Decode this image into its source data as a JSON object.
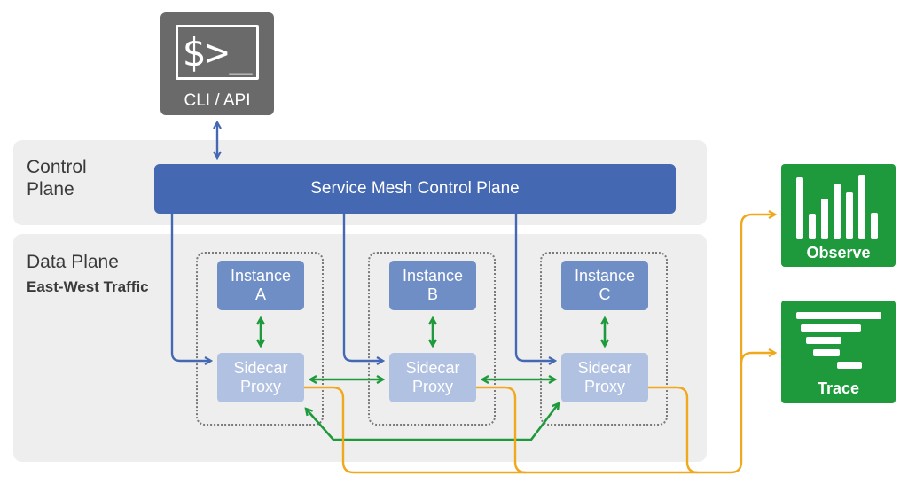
{
  "cli": {
    "prompt": "$>_",
    "label": "CLI / API"
  },
  "control_plane": {
    "title_line1": "Control",
    "title_line2": "Plane",
    "bar_label": "Service Mesh Control Plane"
  },
  "data_plane": {
    "title": "Data Plane",
    "subtitle": "East-West Traffic"
  },
  "pods": [
    {
      "instance": "Instance\nA",
      "proxy": "Sidecar\nProxy"
    },
    {
      "instance": "Instance\nB",
      "proxy": "Sidecar\nProxy"
    },
    {
      "instance": "Instance\nC",
      "proxy": "Sidecar\nProxy"
    }
  ],
  "observe": {
    "label": "Observe"
  },
  "trace": {
    "label": "Trace"
  },
  "colors": {
    "blue": "#4468b1",
    "green": "#1e9a3c",
    "orange": "#f0a81c",
    "gray": "#6a6a6a"
  }
}
